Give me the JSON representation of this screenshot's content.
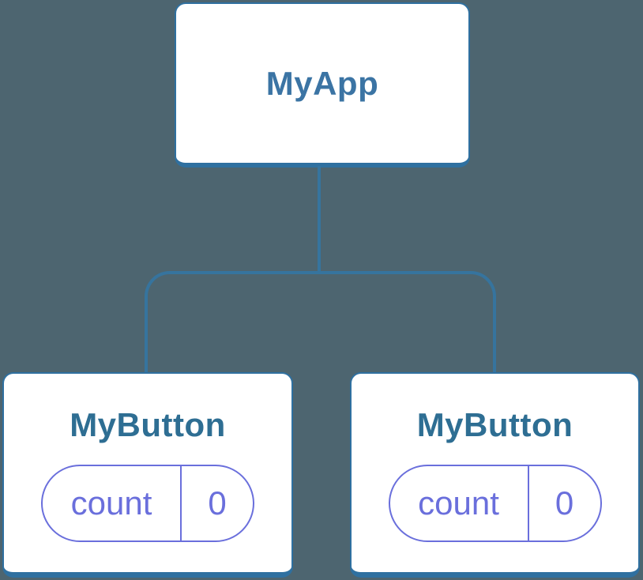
{
  "diagram": {
    "title": "component-state-tree",
    "root": {
      "label": "MyApp"
    },
    "children": [
      {
        "label": "MyButton",
        "state": {
          "name": "count",
          "value": "0"
        }
      },
      {
        "label": "MyButton",
        "state": {
          "name": "count",
          "value": "0"
        }
      }
    ]
  },
  "colors": {
    "background": "#4D6570",
    "node_background": "#FFFFFF",
    "node_border": "#2F70A0",
    "connector": "#36749E",
    "root_label": "#3B74A4",
    "child_label": "#2E6E93",
    "state_accent": "#6A6FDC"
  }
}
